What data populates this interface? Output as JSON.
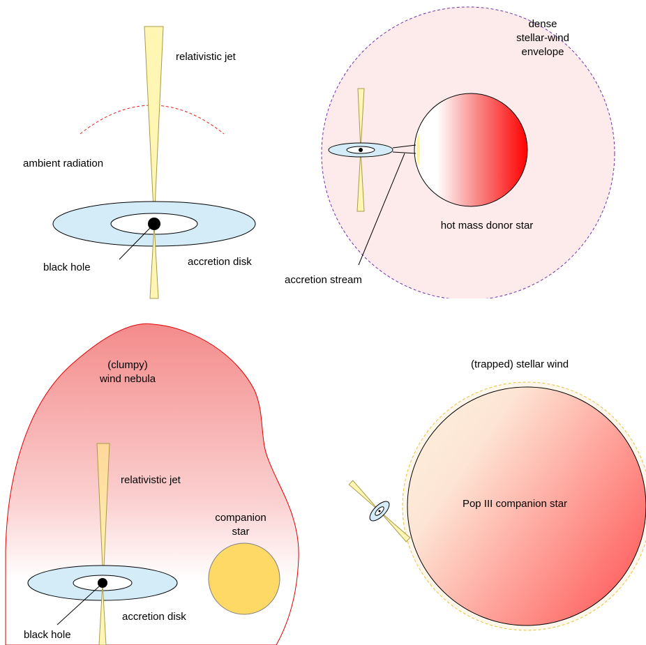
{
  "panels": {
    "jet_radiation": {
      "jet_label": "relativistic jet",
      "radiation_label": "ambient radiation",
      "black_hole_label": "black hole",
      "disk_label": "accretion disk"
    },
    "wind_envelope": {
      "envelope_label_line1": "dense",
      "envelope_label_line2": "stellar-wind",
      "envelope_label_line3": "envelope",
      "donor_label": "hot mass donor star",
      "stream_label": "accretion stream"
    },
    "wind_nebula": {
      "nebula_label_line1": "(clumpy)",
      "nebula_label_line2": "wind nebula",
      "jet_label": "relativistic jet",
      "companion_label_line1": "companion",
      "companion_label_line2": "star",
      "disk_label": "accretion disk",
      "black_hole_label": "black hole"
    },
    "pop3": {
      "wind_label": "(trapped) stellar wind",
      "star_label": "Pop III companion star"
    }
  },
  "colors": {
    "jet_fill": "#fff6b3",
    "disk_fill": "#d4ecf8",
    "radiation_arc": "#e02020",
    "envelope_fill": "#fdebec",
    "envelope_border": "#7030a0",
    "donor_red": "#ff0000",
    "nebula_red": "#f48b8b",
    "nebula_border": "#e00000",
    "companion_fill": "#ffd966",
    "pop3_wind_fill": "#fdf6ea",
    "pop3_wind_border": "#e8c23a",
    "pop3_star_red": "#ff6b6b"
  }
}
